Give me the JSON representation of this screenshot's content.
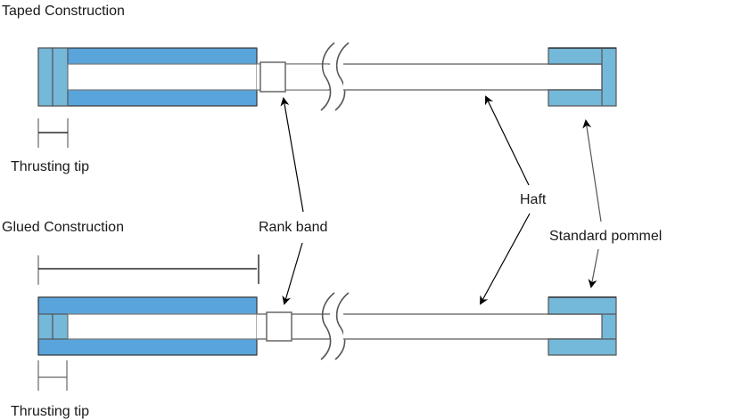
{
  "diagram": {
    "colors": {
      "sleeve_blue": "#5aa4dc",
      "tip_blue": "#74b8da",
      "pommel_blue": "#74b8da",
      "outline": "#555555",
      "dark_outline": "#222222",
      "line": "#000000",
      "text": "#1a1a1a"
    },
    "sections": [
      {
        "id": "taped",
        "title": "Taped Construction",
        "tip_label": "Thrusting tip"
      },
      {
        "id": "glued",
        "title": "Glued Construction",
        "tip_label": "Thrusting tip"
      }
    ],
    "callouts": {
      "rank_band": "Rank band",
      "haft": "Haft",
      "standard_pommel": "Standard pommel"
    }
  }
}
